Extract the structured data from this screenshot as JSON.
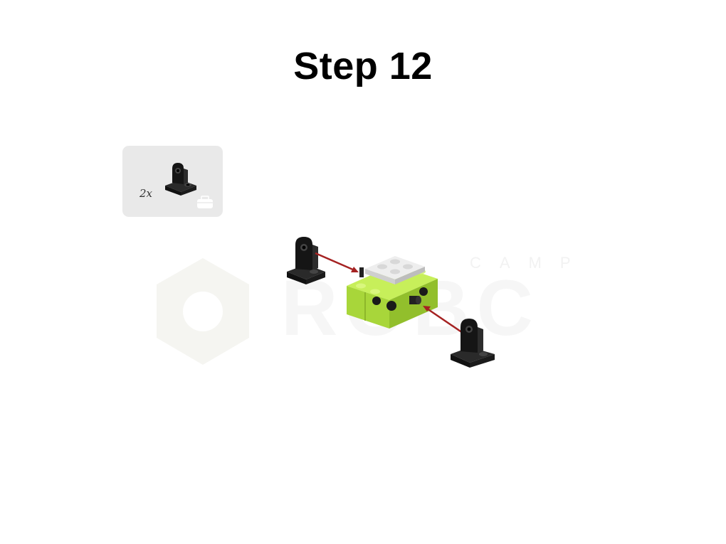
{
  "step": {
    "title": "Step 12"
  },
  "parts_list": {
    "count": "2x",
    "part_icon": "black-technic-connector-icon",
    "case_icon": "toolbox-icon"
  },
  "watermark": {
    "brand_top": "CAMP",
    "brand_main": "ROBC"
  },
  "colors": {
    "part_black": "#1a1a1a",
    "brick_lime": "#a8d63a",
    "plate_white": "#e6e6e6",
    "arrow_red": "#a52222",
    "watermark": "#f4f4ef"
  }
}
